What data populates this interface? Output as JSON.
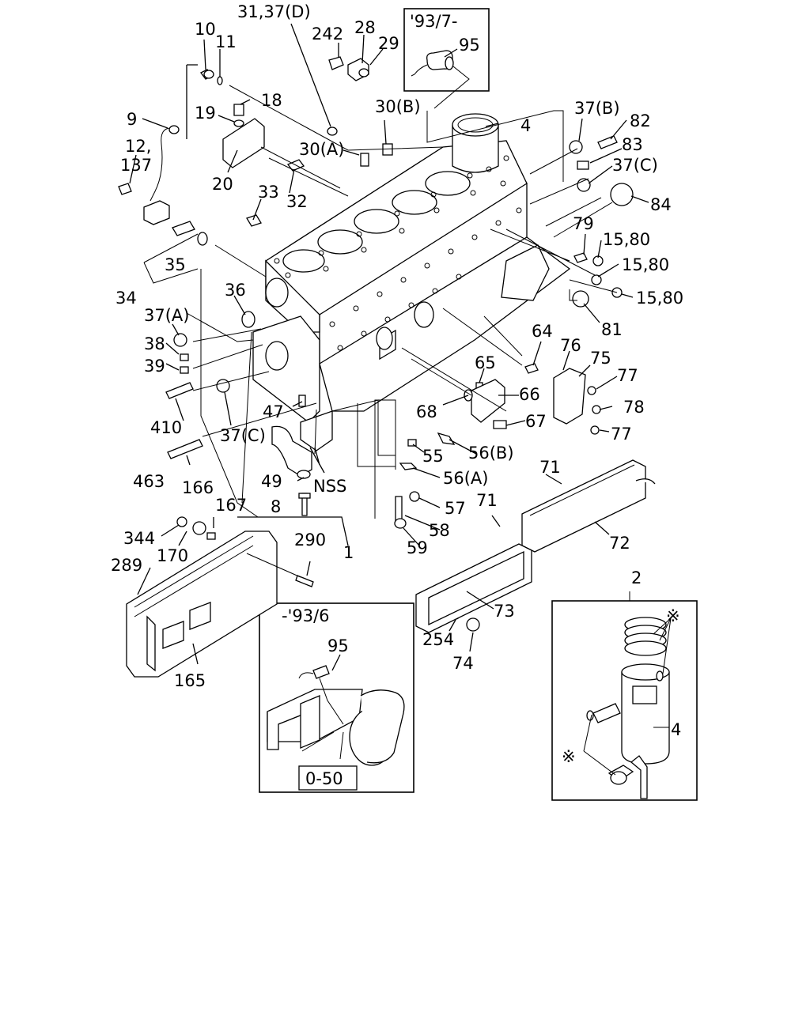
{
  "labels": {
    "l_31_37d": "31,37(D)",
    "l_10": "10",
    "l_11": "11",
    "l_242": "242",
    "l_28": "28",
    "l_29": "29",
    "l_93_7": "'93/7-",
    "l_95_top": "95",
    "l_18": "18",
    "l_19": "19",
    "l_9": "9",
    "l_12": "12,",
    "l_137": "137",
    "l_20": "20",
    "l_30b": "30(B)",
    "l_30a": "30(A)",
    "l_4": "4",
    "l_37b": "37(B)",
    "l_82": "82",
    "l_83": "83",
    "l_37c_r": "37(C)",
    "l_84": "84",
    "l_32": "32",
    "l_33": "33",
    "l_35": "35",
    "l_34": "34",
    "l_79": "79",
    "l_15_80_a": "15,80",
    "l_15_80_b": "15,80",
    "l_15_80_c": "15,80",
    "l_81": "81",
    "l_36": "36",
    "l_37a": "37(A)",
    "l_38": "38",
    "l_39": "39",
    "l_64": "64",
    "l_76": "76",
    "l_75": "75",
    "l_77_a": "77",
    "l_65": "65",
    "l_66": "66",
    "l_78": "78",
    "l_68": "68",
    "l_67": "67",
    "l_77_b": "77",
    "l_410": "410",
    "l_47": "47",
    "l_37c_l": "37(C)",
    "l_55": "55",
    "l_56b": "56(B)",
    "l_463": "463",
    "l_56a": "56(A)",
    "l_49": "49",
    "l_nss": "NSS",
    "l_71_a": "71",
    "l_166": "166",
    "l_167": "167",
    "l_8": "8",
    "l_57": "57",
    "l_71_b": "71",
    "l_58": "58",
    "l_344": "344",
    "l_290": "290",
    "l_1": "1",
    "l_72": "72",
    "l_170": "170",
    "l_59": "59",
    "l_289": "289",
    "l_93_6": "-'93/6",
    "l_2": "2",
    "l_73": "73",
    "l_95_bot": "95",
    "l_254": "254",
    "l_74": "74",
    "l_165": "165",
    "l_4_kit": "4",
    "l_0_50": "0-50",
    "l_star_a": "※",
    "l_star_b": "※"
  }
}
